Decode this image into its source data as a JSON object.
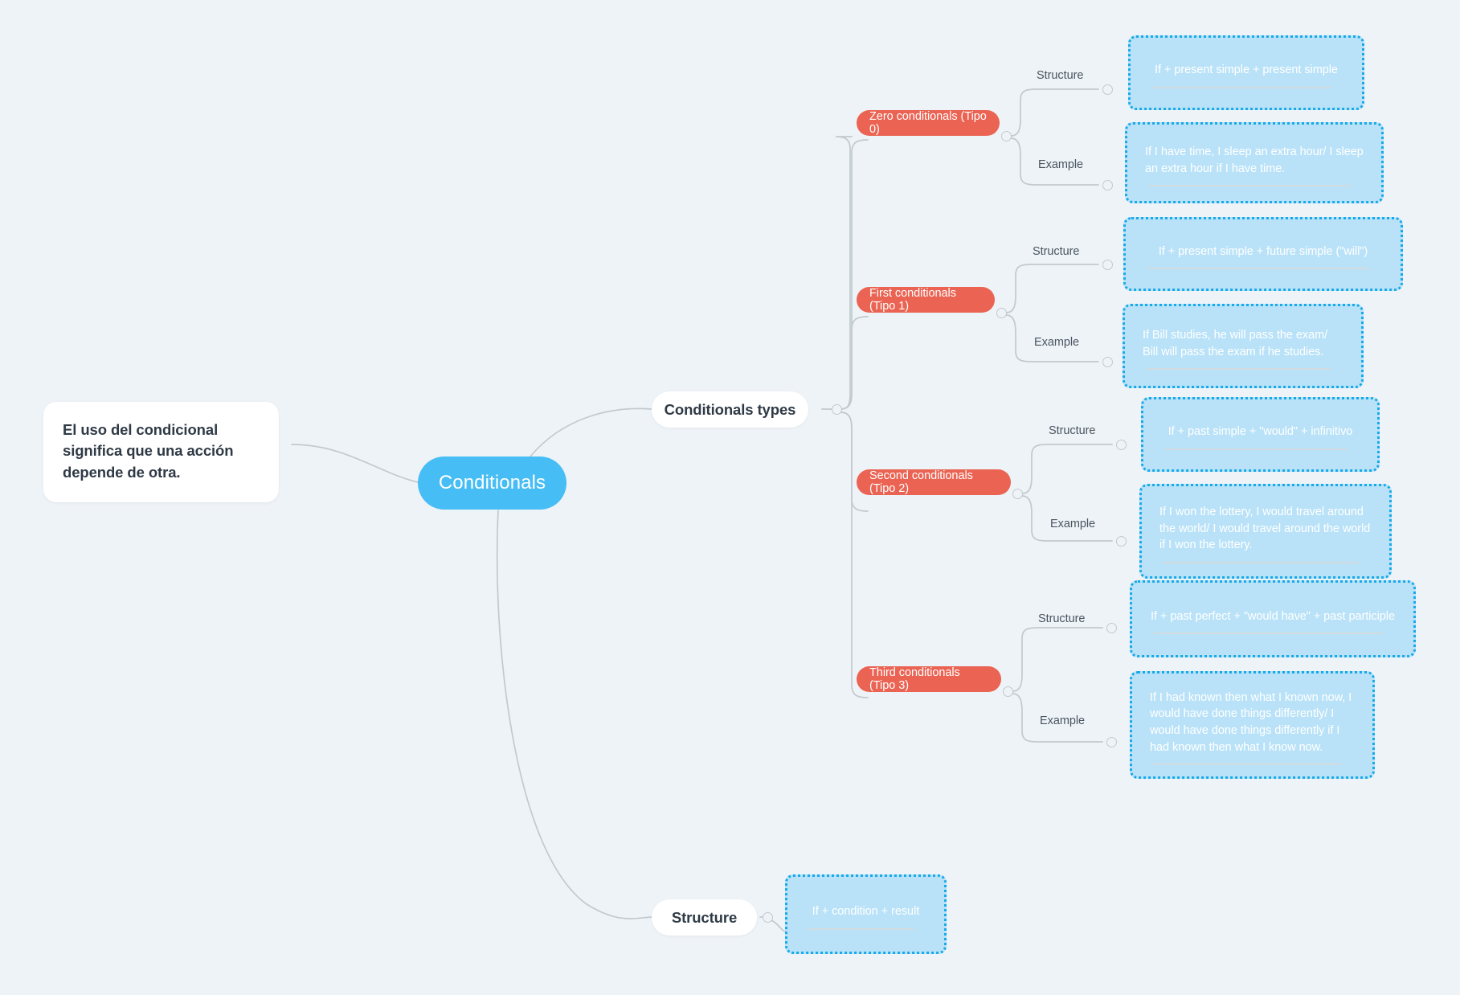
{
  "canvas": {
    "background": "#eef3f7",
    "accent_blue": "#46bdf4",
    "accent_red": "#ea6353",
    "box_fill": "#b9e2f8",
    "box_border": "#17a9e8",
    "text_dark": "#2f3a46"
  },
  "root": {
    "title": "Conditionals",
    "description": "El uso del condicional significa que una acción depende de otra."
  },
  "branches": [
    {
      "label": "Conditionals types"
    },
    {
      "label": "Structure"
    }
  ],
  "types": [
    {
      "label": "Zero conditionals (Tipo 0)",
      "structure_label": "Structure",
      "structure": "If + present simple + present simple",
      "example_label": "Example",
      "example": "If I have time, I sleep an extra hour/ I sleep an extra hour if I have time."
    },
    {
      "label": "First conditionals (Tipo 1)",
      "structure_label": "Structure",
      "structure": "If + present simple + future simple (\"will\")",
      "example_label": "Example",
      "example": "If Bill studies, he will pass the exam/ Bill will pass the exam if he studies."
    },
    {
      "label": "Second conditionals (Tipo 2)",
      "structure_label": "Structure",
      "structure": "If + past simple + \"would\" + infinitivo",
      "example_label": "Example",
      "example": "If I won the lottery, I would travel around the world/ I would travel around the world if I won the lottery."
    },
    {
      "label": "Third conditionals (Tipo 3)",
      "structure_label": "Structure",
      "structure": "If + past perfect + \"would have\" + past participle",
      "example_label": "Example",
      "example": "If I had known then what I known now, I would have done things differently/ I would have done things differently if I had known then what I know now."
    }
  ],
  "structure_branch": {
    "label": "Structure",
    "content": "If + condition + result"
  }
}
